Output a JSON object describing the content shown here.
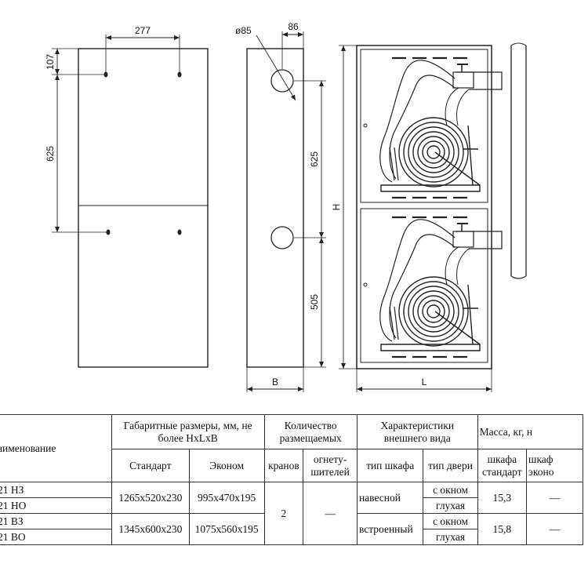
{
  "dimensions": {
    "front_width": "277",
    "front_top_offset": "107",
    "front_mid": "625",
    "hole_diameter": "ø85",
    "side_offset": "86",
    "side_mid": "625",
    "side_lower": "505",
    "depth": "B",
    "height": "H",
    "length": "L"
  },
  "table": {
    "headers": {
      "name": "аименование",
      "overall_line1": "Габаритные размеры, мм, не",
      "overall_line2": "более HxLxB",
      "quantity_line1": "Количество",
      "quantity_line2": "размещаемых",
      "appearance_line1": "Характеристики",
      "appearance_line2": "внешнего вида",
      "mass": "Масса, кг, н",
      "standard": "Стандарт",
      "economy": "Эконом",
      "valves": "кранов",
      "extinguishers_line1": "огнету-",
      "extinguishers_line2": "шителей",
      "cabinet_type": "тип шкафа",
      "door_type": "тип двери",
      "mass_std_line1": "шкафа",
      "mass_std_line2": "стандарт",
      "mass_eco_line1": "шкаф",
      "mass_eco_line2": "эконо"
    },
    "rows": [
      {
        "name": "21 НЗ",
        "standard": "1265x520x230",
        "economy": "995x470x195",
        "valves": "2",
        "extinguishers": "—",
        "cabinet_type": "навесной",
        "door_type": "с окном",
        "mass_std": "15,3",
        "mass_eco": "—"
      },
      {
        "name": "21 НО",
        "door_type": "глухая"
      },
      {
        "name": "21 ВЗ",
        "standard": "1345x600x230",
        "economy": "1075x560x195",
        "cabinet_type": "встроенный",
        "door_type": "с окном",
        "mass_std": "15,8",
        "mass_eco": "—"
      },
      {
        "name": "21 ВО",
        "door_type": "глухая"
      }
    ]
  }
}
